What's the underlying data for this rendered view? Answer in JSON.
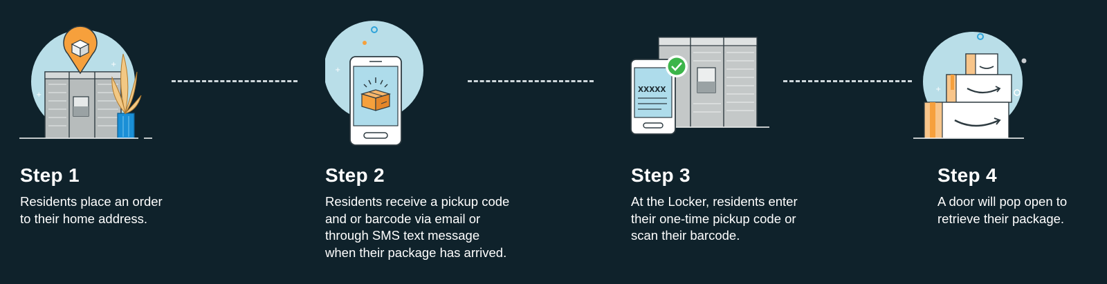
{
  "steps": [
    {
      "title": "Step 1",
      "line1": "Residents place an order",
      "line2": "to their home address.",
      "icon": "locker-location-icon"
    },
    {
      "title": "Step 2",
      "line1": "Residents receive a pickup code",
      "line2": "and or barcode via email or",
      "line3": "through SMS text message",
      "line4": "when their package has arrived.",
      "icon": "phone-notification-icon"
    },
    {
      "title": "Step 3",
      "line1": "At the Locker, residents enter",
      "line2": "their one-time pickup code or",
      "line3": "scan their barcode.",
      "code": "XXXXX",
      "icon": "locker-code-icon"
    },
    {
      "title": "Step 4",
      "line1": "A door will pop open to",
      "line2": "retrieve their package.",
      "icon": "packages-icon"
    }
  ],
  "colors": {
    "background": "#0f222b",
    "circle": "#b9dee8",
    "accent_orange": "#f6a03c",
    "check_green": "#3cb54a"
  }
}
